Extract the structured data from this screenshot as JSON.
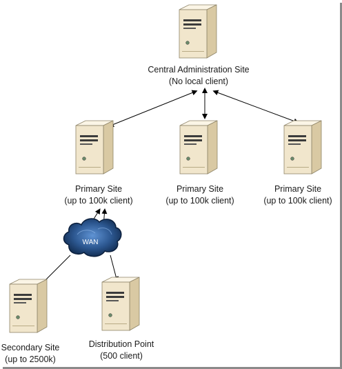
{
  "nodes": {
    "cas": {
      "line1": "Central Administration Site",
      "line2": "(No local client)"
    },
    "primary_1": {
      "line1": "Primary Site",
      "line2": "(up to 100k client)"
    },
    "primary_2": {
      "line1": "Primary Site",
      "line2": "(up to 100k client)"
    },
    "primary_3": {
      "line1": "Primary Site",
      "line2": "(up to 100k client)"
    },
    "secondary": {
      "line1": "Secondary Site",
      "line2": "(up to 2500k)"
    },
    "distribution": {
      "line1": "Distribution Point",
      "line2": "(500 client)"
    }
  },
  "cloud": {
    "label": "WAN"
  },
  "colors": {
    "server_front": "#f1e6cc",
    "server_side": "#d9c9a3",
    "server_top": "#fbf5e6",
    "cloud_dark": "#12305a",
    "cloud_light": "#4f86c9",
    "arrow": "#000000"
  }
}
